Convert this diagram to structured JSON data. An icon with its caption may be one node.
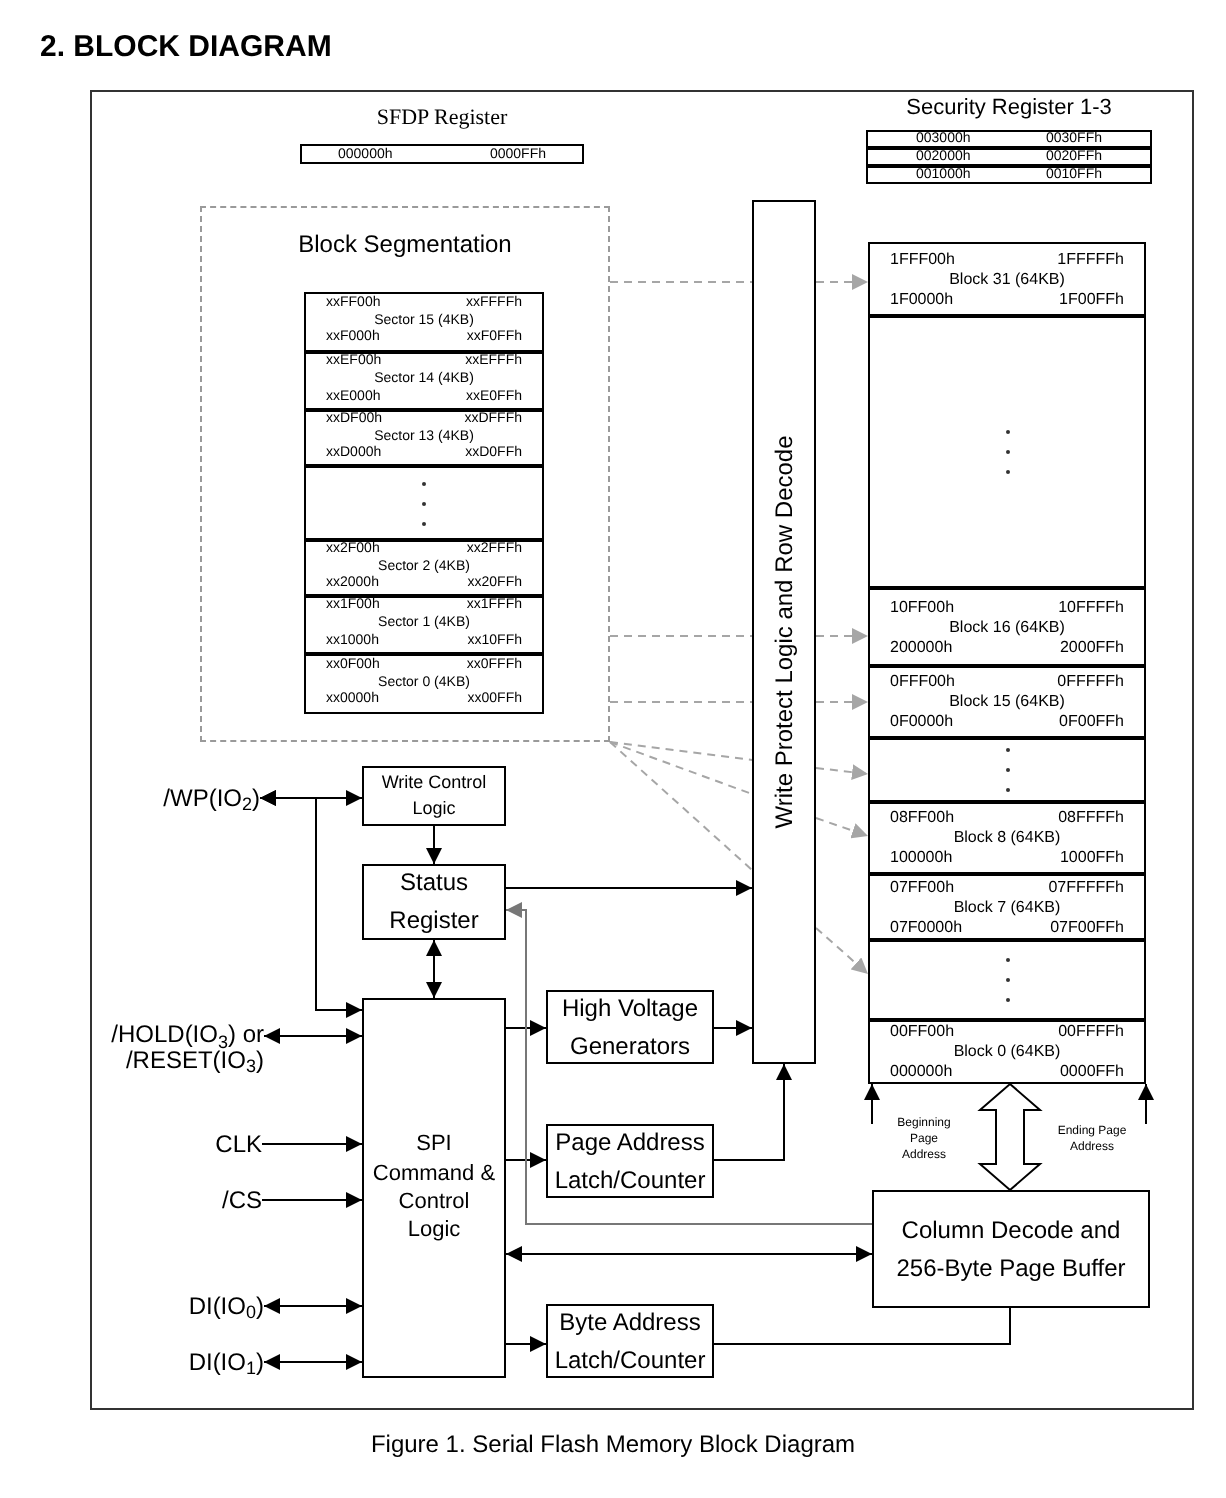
{
  "diagram": {
    "title": "2. BLOCK DIAGRAM",
    "caption": "Figure 1. Serial Flash Memory Block Diagram",
    "nodes": [
      {
        "text": [
          "SFDP Register",
          "000000h",
          "0000FFh"
        ]
      },
      {
        "text": [
          "Security Register 1-3"
        ]
      },
      {
        "text": [
          "003000h",
          "0030FFh"
        ],
        "in": 1
      },
      {
        "text": [
          "002000h",
          "0020FFh"
        ],
        "in": 1
      },
      {
        "text": [
          "001000h",
          "0010FFh"
        ],
        "in": 1
      },
      {
        "text": [
          "Block Segmentation"
        ]
      },
      {
        "text": [
          "xxFF00h",
          "xxFFFFh",
          "Sector 15 (4KB)",
          "xxF000h",
          "xxF0FFh"
        ],
        "in": 5
      },
      {
        "text": [
          "xxEF00h",
          "xxEFFFh",
          "Sector 14 (4KB)",
          "xxE000h",
          "xxE0FFh"
        ],
        "in": 5
      },
      {
        "text": [
          "xxDF00h",
          "xxDFFFh",
          "Sector 13 (4KB)",
          "xxD000h",
          "xxD0FFh"
        ],
        "in": 5
      },
      {
        "text": [],
        "shape": "box",
        "in": 5
      },
      {
        "text": [
          "xx2F00h",
          "xx2FFFh",
          "Sector 2 (4KB)",
          "xx2000h",
          "xx20FFh"
        ],
        "in": 5
      },
      {
        "text": [
          "xx1F00h",
          "xx1FFFh",
          "Sector 1 (4KB)",
          "xx1000h",
          "xx10FFh"
        ],
        "in": 5
      },
      {
        "text": [
          "xx0F00h",
          "xx0FFFh",
          "Sector 0 (4KB)",
          "xx0000h",
          "xx00FFh"
        ],
        "in": 5
      },
      {
        "text": [
          "Write Protect Logic and Row Decode"
        ]
      },
      {
        "text": [
          "1FFF00h",
          "1FFFFFh",
          "Block 31 (64KB)",
          "1F0000h",
          "1F00FFh"
        ]
      },
      {
        "text": [],
        "shape": "box"
      },
      {
        "text": [
          "10FF00h",
          "10FFFFh",
          "Block 16 (64KB)",
          "200000h",
          "2000FFh"
        ]
      },
      {
        "text": [
          "0FFF00h",
          "0FFFFFh",
          "Block 15 (64KB)",
          "0F0000h",
          "0F00FFh"
        ]
      },
      {
        "text": [],
        "shape": "box"
      },
      {
        "text": [
          "08FF00h",
          "08FFFFh",
          "Block 8 (64KB)",
          "100000h",
          "1000FFh"
        ]
      },
      {
        "text": [
          "07FF00h",
          "07FFFFFh",
          "Block 7 (64KB)",
          "07F0000h",
          "07F00FFh"
        ]
      },
      {
        "text": [],
        "shape": "box"
      },
      {
        "text": [
          "00FF00h",
          "00FFFFh",
          "Block 0 (64KB)",
          "000000h",
          "0000FFh"
        ]
      },
      {
        "text": [
          "Write Control Logic"
        ]
      },
      {
        "text": [
          "Status Register"
        ]
      },
      {
        "text": [
          "SPI Command & Control Logic"
        ]
      },
      {
        "text": [
          "High Voltage Generators"
        ]
      },
      {
        "text": [
          "Page Address Latch/Counter"
        ]
      },
      {
        "text": [
          "Byte Address Latch/Counter"
        ]
      },
      {
        "text": [
          "Column Decode and 256-Byte Page Buffer"
        ]
      },
      {
        "text": [
          "/WP(IO$_{2}$)"
        ]
      },
      {
        "text": [
          "/HOLD(IO$_{3}$) or /RESET(IO$_{3}$)"
        ]
      },
      {
        "text": [
          "CLK"
        ]
      },
      {
        "text": [
          "/CS"
        ]
      },
      {
        "text": [
          "DI(IO$_{0}$)"
        ]
      },
      {
        "text": [
          "DI(IO$_{1}$)"
        ]
      },
      {
        "text": [
          "Beginning Page Address"
        ]
      },
      {
        "text": [
          "Ending Page Address"
        ]
      }
    ],
    "edges": [
      {
        "from": 5,
        "to": 13,
        "arrow": "none",
        "style": "dashed",
        "color": "#a6a6a6"
      },
      {
        "from": 5,
        "to": 13,
        "arrow": "none",
        "style": "dashed",
        "color": "#a6a6a6"
      },
      {
        "from": 5,
        "to": 13,
        "arrow": "none",
        "style": "dashed",
        "color": "#a6a6a6"
      },
      {
        "from": 5,
        "to": 13,
        "arrow": "none",
        "style": "dashed",
        "color": "#a6a6a6"
      },
      {
        "from": 5,
        "to": 13,
        "arrow": "none",
        "style": "dashed",
        "color": "#a6a6a6"
      },
      {
        "from": 5,
        "to": 13,
        "arrow": "none",
        "style": "dashed",
        "color": "#a6a6a6"
      },
      {
        "from": 13,
        "to": 14,
        "arrow": "to",
        "style": "dashed",
        "color": "#a6a6a6"
      },
      {
        "from": 13,
        "to": 16,
        "arrow": "to",
        "style": "dashed",
        "color": "#a6a6a6"
      },
      {
        "from": 13,
        "to": 17,
        "arrow": "to",
        "style": "dashed",
        "color": "#a6a6a6"
      },
      {
        "from": 13,
        "to": 18,
        "arrow": "to",
        "style": "dashed",
        "color": "#a6a6a6"
      },
      {
        "from": 13,
        "to": 19,
        "arrow": "to",
        "style": "dashed",
        "color": "#a6a6a6"
      },
      {
        "from": 13,
        "to": 21,
        "arrow": "to",
        "style": "dashed",
        "color": "#a6a6a6"
      },
      {
        "from": 30,
        "to": 23,
        "arrow": "both"
      },
      {
        "from": 30,
        "to": 25,
        "arrow": "both"
      },
      {
        "from": 23,
        "to": 24,
        "arrow": "to"
      },
      {
        "from": 24,
        "to": 25,
        "arrow": "both"
      },
      {
        "from": 24,
        "to": 13,
        "arrow": "to"
      },
      {
        "from": 25,
        "to": 26,
        "arrow": "to"
      },
      {
        "from": 26,
        "to": 13,
        "arrow": "to"
      },
      {
        "from": 25,
        "to": 27,
        "arrow": "to"
      },
      {
        "from": 27,
        "to": 13,
        "arrow": "to"
      },
      {
        "from": 29,
        "to": 24,
        "arrow": "to",
        "color": "#777777"
      },
      {
        "from": 25,
        "to": 29,
        "arrow": "both"
      },
      {
        "from": 25,
        "to": 28,
        "arrow": "to"
      },
      {
        "from": 28,
        "to": 29,
        "arrow": "none"
      },
      {
        "from": 31,
        "to": 25,
        "arrow": "both"
      },
      {
        "from": 32,
        "to": 25,
        "arrow": "to"
      },
      {
        "from": 33,
        "to": 25,
        "arrow": "to"
      },
      {
        "from": 34,
        "to": 25,
        "arrow": "both"
      },
      {
        "from": 35,
        "to": 25,
        "arrow": "both"
      },
      {
        "from": 36,
        "to": 22,
        "arrow": "to"
      },
      {
        "from": 37,
        "to": 22,
        "arrow": "to"
      },
      {
        "from": 22,
        "to": 29,
        "arrow": "both",
        "style": "thick"
      }
    ]
  }
}
